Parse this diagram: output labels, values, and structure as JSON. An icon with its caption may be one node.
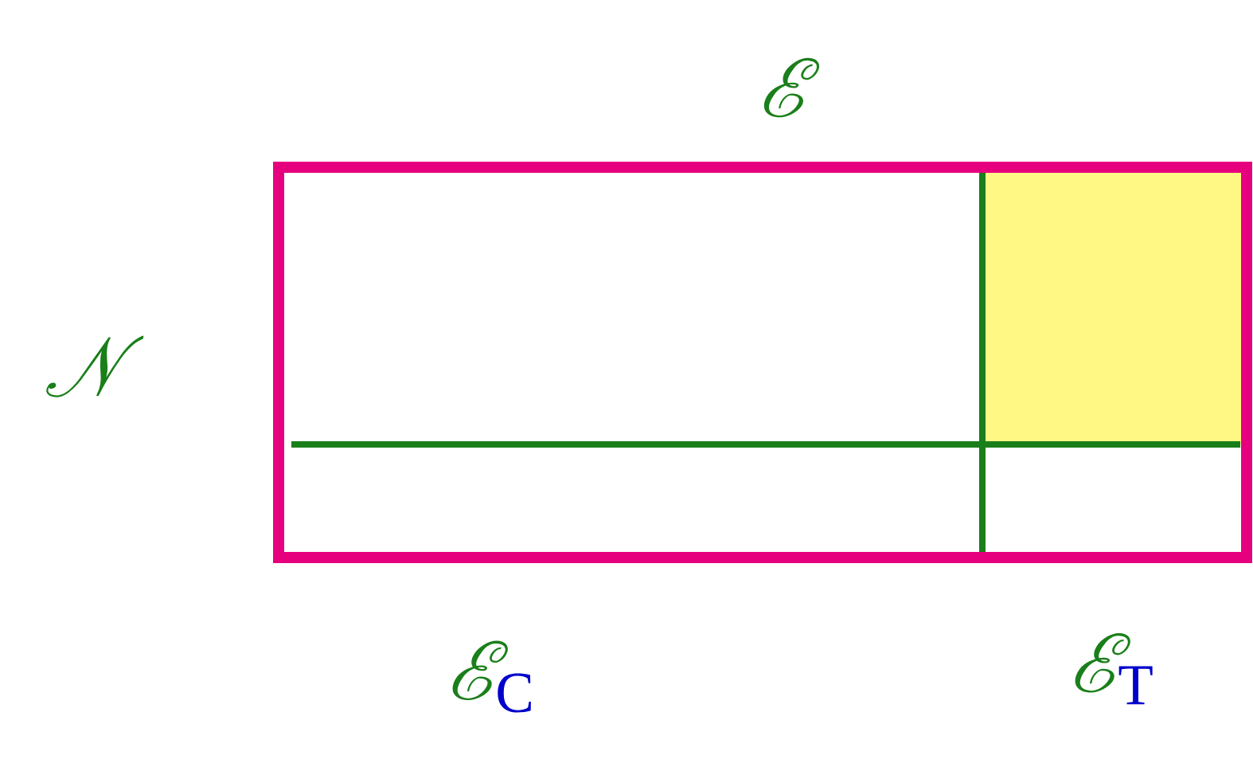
{
  "diagram": {
    "labels": [
      "\\mathscr{E}",
      "\\mathscr{N}",
      "\\mathscr{E}_{\\color{bl}\\mathrm{C}}",
      "\\mathscr{E}_{\\color{bl}\\mathrm{T}}"
    ]
  }
}
